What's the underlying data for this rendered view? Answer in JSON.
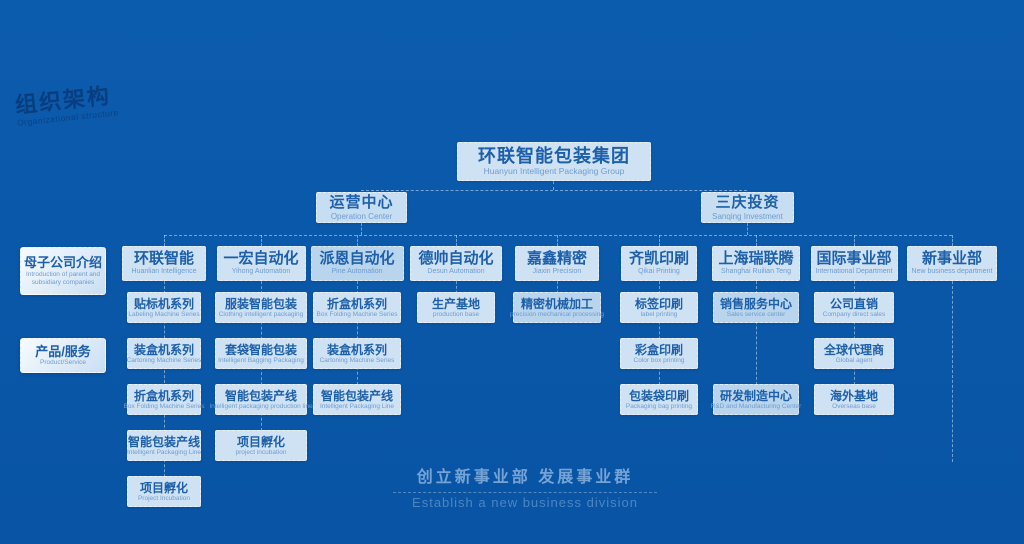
{
  "watermark": {
    "title_cn": "组织架构",
    "title_en": "Organizational structure"
  },
  "root": {
    "cn": "环联智能包装集团",
    "en": "Huanyun Intelligent Packaging Group"
  },
  "branches": [
    {
      "cn": "运营中心",
      "en": "Operation Center"
    },
    {
      "cn": "三庆投资",
      "en": "Sanqing Investment"
    }
  ],
  "side_labels": [
    {
      "cn": "母子公司介绍",
      "en": "Introduction of parent and subsidiary companies"
    },
    {
      "cn": "产品/服务",
      "en": "Product/Service"
    }
  ],
  "departments": [
    {
      "cn": "环联智能",
      "en": "Huanlian Intelligence",
      "children": [
        {
          "cn": "贴标机系列",
          "en": "Labeling Machine Series"
        },
        {
          "cn": "装盒机系列",
          "en": "Cartoning Machine Series"
        },
        {
          "cn": "折盒机系列",
          "en": "Box Folding Machine Series"
        },
        {
          "cn": "智能包装产线",
          "en": "Intelligent Packaging Line"
        },
        {
          "cn": "项目孵化",
          "en": "Project Incubation"
        }
      ]
    },
    {
      "cn": "一宏自动化",
      "en": "Yihong Automation",
      "children": [
        {
          "cn": "服装智能包装",
          "en": "Clothing intelligent packaging"
        },
        {
          "cn": "套袋智能包装",
          "en": "Intelligent Bagging Packaging"
        },
        {
          "cn": "智能包装产线",
          "en": "Intelligent packaging production line"
        },
        {
          "cn": "项目孵化",
          "en": "project incubation"
        }
      ]
    },
    {
      "cn": "派恩自动化",
      "en": "Pine Automation",
      "children": [
        {
          "cn": "折盒机系列",
          "en": "Box Folding Machine Series"
        },
        {
          "cn": "装盒机系列",
          "en": "Cartoning Machine Series"
        },
        {
          "cn": "智能包装产线",
          "en": "Intelligent Packaging Line"
        }
      ]
    },
    {
      "cn": "德帅自动化",
      "en": "Desun Automation",
      "children": [
        {
          "cn": "生产基地",
          "en": "production base"
        }
      ]
    },
    {
      "cn": "嘉鑫精密",
      "en": "Jiaxin Precision",
      "children": [
        {
          "cn": "精密机械加工",
          "en": "precision mechanical processing"
        }
      ]
    },
    {
      "cn": "齐凯印刷",
      "en": "Qikai Printing",
      "children": [
        {
          "cn": "标签印刷",
          "en": "label printing"
        },
        {
          "cn": "彩盒印刷",
          "en": "Color box printing"
        },
        {
          "cn": "包装袋印刷",
          "en": "Packaging bag printing"
        }
      ]
    },
    {
      "cn": "上海瑞联腾",
      "en": "Shanghai Ruilian Teng",
      "children": [
        {
          "cn": "销售服务中心",
          "en": "Sales service center"
        },
        {
          "cn": "研发制造中心",
          "en": "R&D and Manufacturing Center"
        }
      ]
    },
    {
      "cn": "国际事业部",
      "en": "International Department",
      "children": [
        {
          "cn": "公司直销",
          "en": "Company direct sales"
        },
        {
          "cn": "全球代理商",
          "en": "Global agent"
        },
        {
          "cn": "海外基地",
          "en": "Overseas base"
        }
      ]
    },
    {
      "cn": "新事业部",
      "en": "New business department",
      "children": []
    }
  ],
  "footer": {
    "cn": "创立新事业部 发展事业群",
    "en": "Establish a new business division"
  },
  "colors": {
    "background": "#0a57a8",
    "box_fill": "#cfe2f4",
    "box_fill_alt": "#b9d4ed",
    "text_primary": "#1d5fa9",
    "text_secondary": "#6f9cce",
    "watermark": "#083e80"
  }
}
